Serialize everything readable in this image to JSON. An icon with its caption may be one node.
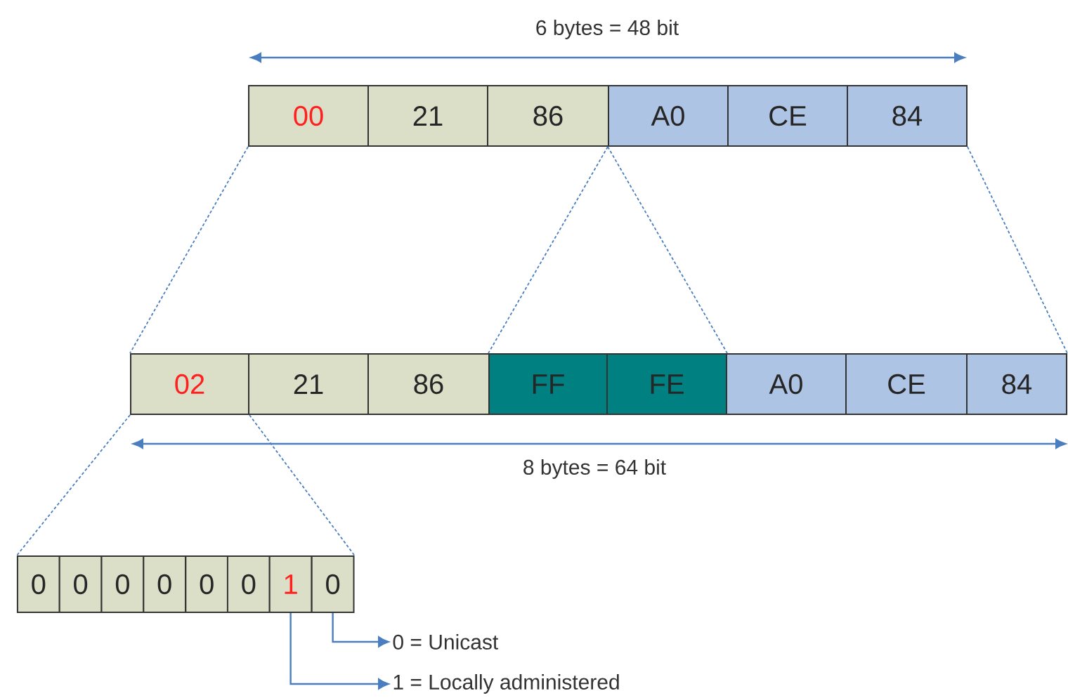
{
  "diagram": {
    "nodes": [
      {
        "text": [
          "00"
        ]
      },
      {
        "text": [
          "21"
        ]
      },
      {
        "text": [
          "86"
        ]
      },
      {
        "text": [
          "A0"
        ]
      },
      {
        "text": [
          "CE"
        ]
      },
      {
        "text": [
          "84"
        ]
      },
      {
        "text": [
          "02"
        ]
      },
      {
        "text": [
          "21"
        ]
      },
      {
        "text": [
          "86"
        ]
      },
      {
        "text": [
          "FF"
        ]
      },
      {
        "text": [
          "FE"
        ]
      },
      {
        "text": [
          "A0"
        ]
      },
      {
        "text": [
          "CE"
        ]
      },
      {
        "text": [
          "84"
        ]
      },
      {
        "text": [
          "0"
        ]
      },
      {
        "text": [
          "0"
        ]
      },
      {
        "text": [
          "0"
        ]
      },
      {
        "text": [
          "0"
        ]
      },
      {
        "text": [
          "0"
        ]
      },
      {
        "text": [
          "0"
        ]
      },
      {
        "text": [
          "1"
        ]
      },
      {
        "text": [
          "0"
        ]
      },
      {
        "text": [
          "0 = Unicast"
        ]
      },
      {
        "text": [
          "1 = Locally administered"
        ]
      }
    ],
    "edges": [
      {
        "from": 0,
        "to": 6,
        "arrow": "none",
        "style": "dashed"
      },
      {
        "from": 3,
        "to": 9,
        "arrow": "none",
        "style": "dashed"
      },
      {
        "from": 3,
        "to": 10,
        "arrow": "none",
        "style": "dashed"
      },
      {
        "from": 5,
        "to": 13,
        "arrow": "none",
        "style": "dashed"
      },
      {
        "from": 6,
        "to": 14,
        "arrow": "none",
        "style": "dashed"
      },
      {
        "from": 6,
        "to": 21,
        "arrow": "none",
        "style": "dashed"
      },
      {
        "from": 21,
        "to": 22,
        "arrow": "to"
      },
      {
        "from": 20,
        "to": 23,
        "arrow": "to"
      }
    ],
    "labels": [
      "6 bytes = 48 bit",
      "8 bytes = 64 bit"
    ]
  }
}
